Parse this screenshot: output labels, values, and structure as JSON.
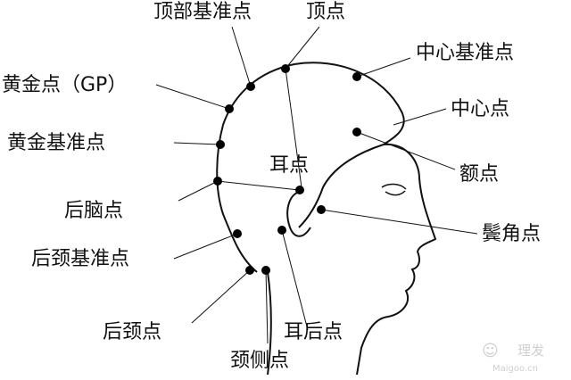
{
  "labels": {
    "top_reference_point": "顶部基准点",
    "top_point": "顶点",
    "center_reference_point": "中心基准点",
    "golden_point": "黄金点（GP）",
    "center_point": "中心点",
    "golden_reference_point": "黄金基准点",
    "forehead_point": "额点",
    "ear_point": "耳点",
    "back_head_point": "后脑点",
    "sideburn_point": "鬓角点",
    "nape_reference_point": "后颈基准点",
    "nape_point": "后颈点",
    "behind_ear_point": "耳后点",
    "neck_side_point": "颈侧点"
  },
  "watermark": {
    "brand": "理发",
    "site": "Maigoo.cn"
  }
}
